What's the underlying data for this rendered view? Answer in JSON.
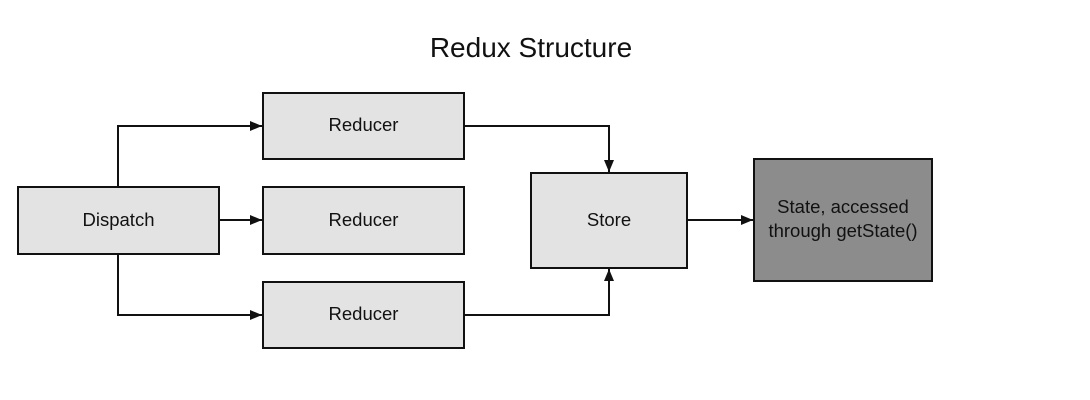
{
  "title": "Redux Structure",
  "nodes": {
    "dispatch": "Dispatch",
    "reducer_top": "Reducer",
    "reducer_middle": "Reducer",
    "reducer_bottom": "Reducer",
    "store": "Store",
    "state_line1": "State, accessed",
    "state_line2": "through getState()"
  },
  "colors": {
    "node_fill": "#e3e3e3",
    "state_fill": "#8c8c8c",
    "stroke": "#111111"
  }
}
